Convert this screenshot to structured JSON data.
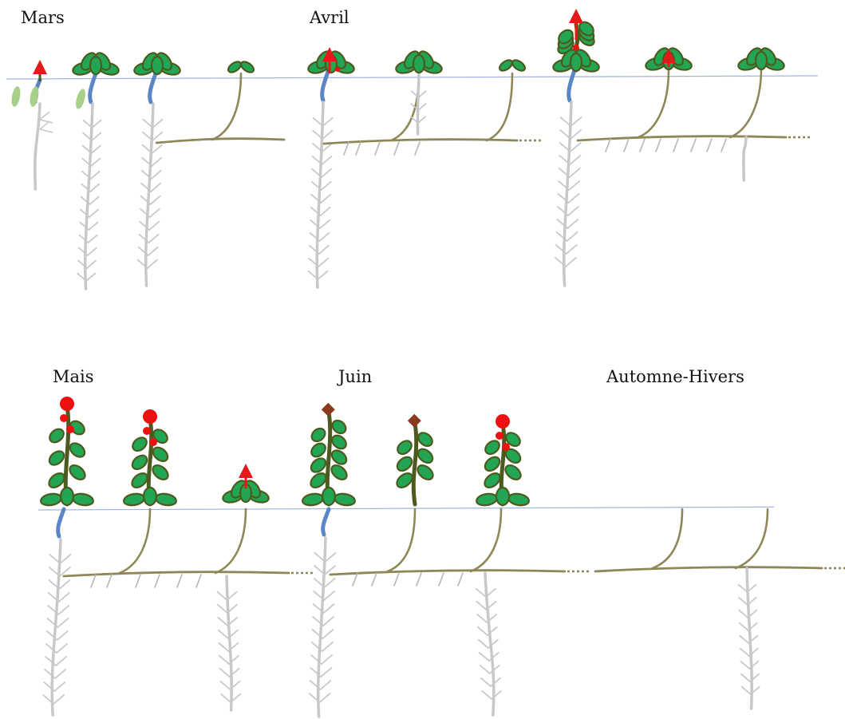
{
  "labels": {
    "mars": "Mars",
    "avril": "Avril",
    "mais": "Mais",
    "juin": "Juin",
    "automne_hivers": "Automne-Hivers"
  },
  "colors": {
    "soil_line": "#9fb4e0",
    "tap_root": "#c8c8c8",
    "rhizome": "#8f8757",
    "hypocotyl": "#5b86c6",
    "leaf_fill": "#22a653",
    "leaf_outline": "#4d5a1f",
    "stem": "#4d5a1f",
    "flower_bud": "#ee1111",
    "growth_arrow": "#e41a1a",
    "seedling_arrow": "#3d5a2a",
    "seed": "#a8d08a",
    "wilted_bud": "#8b3a1e"
  }
}
